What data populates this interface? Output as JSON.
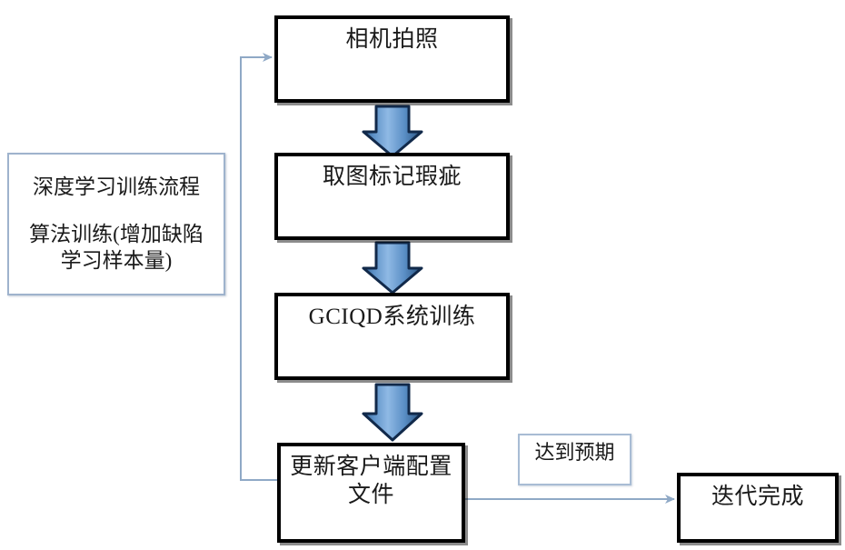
{
  "diagram": {
    "title_note": {
      "name": "deep-learning-training-note",
      "line1": "深度学习训练流程",
      "line2": "算法训练(增加缺陷\n学习样本量)"
    },
    "steps": [
      {
        "id": "camera",
        "label": "相机拍照"
      },
      {
        "id": "mark-defects",
        "label": "取图标记瑕疵"
      },
      {
        "id": "gciqd-training",
        "label": "GCIQD系统训练"
      },
      {
        "id": "update-client-config",
        "label": "更新客户端配置\n文件"
      }
    ],
    "edge_label": {
      "id": "meets-expectation",
      "label": "达到预期"
    },
    "terminal": {
      "id": "iteration-complete",
      "label": "迭代完成"
    },
    "connectors": [
      {
        "id": "camera-to-mark",
        "type": "block-arrow",
        "direction": "down"
      },
      {
        "id": "mark-to-gciqd",
        "type": "block-arrow",
        "direction": "down"
      },
      {
        "id": "gciqd-to-update",
        "type": "block-arrow",
        "direction": "down"
      },
      {
        "id": "update-to-complete",
        "type": "line-arrow",
        "direction": "right"
      },
      {
        "id": "update-feedback-to-camera",
        "type": "elbow-line-arrow",
        "direction": "up-right"
      }
    ],
    "colors": {
      "box_border": "#000000",
      "note_border": "#9fb3cd",
      "arrow_fill_light": "#8ab0dd",
      "arrow_fill_dark": "#2e5f92",
      "arrow_outline": "#11294a",
      "connector_line": "#8fa9c6",
      "text": "#1a1a1a",
      "background": "#ffffff"
    }
  }
}
